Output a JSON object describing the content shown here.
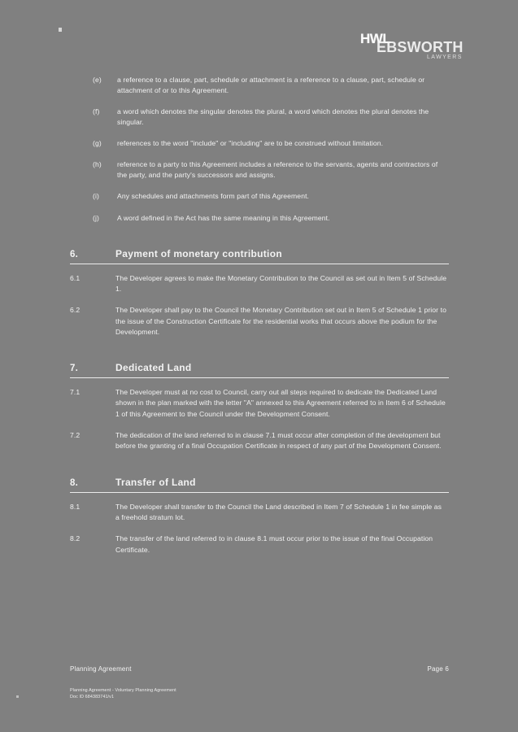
{
  "document": {
    "background_color": "#808080",
    "text_color": "#f2f2f2"
  },
  "letterhead": {
    "mark": "HWL",
    "name": "EBSWORTH",
    "tagline": "LAWYERS"
  },
  "interpretation_items": [
    {
      "marker": "(e)",
      "text": "a reference to a clause, part, schedule or attachment is a reference to a clause, part, schedule or attachment of or to this Agreement."
    },
    {
      "marker": "(f)",
      "text": "a word which denotes the singular denotes the plural, a word which denotes the plural denotes the singular."
    },
    {
      "marker": "(g)",
      "text": "references to the word \"include\" or \"including\" are to be construed without limitation."
    },
    {
      "marker": "(h)",
      "text": "reference to a party to this Agreement includes a reference to the servants, agents and contractors of the party, and the party's successors and assigns."
    },
    {
      "marker": "(i)",
      "text": "Any schedules and attachments form part of this Agreement."
    },
    {
      "marker": "(j)",
      "text": "A word defined in the Act has the same meaning in this Agreement."
    }
  ],
  "sections": [
    {
      "number": "6.",
      "title": "Payment of monetary contribution",
      "clauses": [
        {
          "number": "6.1",
          "text": "The Developer agrees to make the Monetary Contribution to the Council as set out in Item 5 of Schedule 1."
        },
        {
          "number": "6.2",
          "text": "The Developer shall pay to the Council the Monetary Contribution set out in Item 5 of Schedule 1 prior to the issue of the Construction Certificate for the residential works that occurs above the podium for the Development."
        }
      ]
    },
    {
      "number": "7.",
      "title": "Dedicated Land",
      "clauses": [
        {
          "number": "7.1",
          "text": "The Developer must at no cost to Council, carry out all steps required to dedicate the Dedicated Land shown in the plan marked with the letter \"A\" annexed to this Agreement referred to in Item 6 of Schedule 1 of this Agreement to the Council under the Development Consent."
        },
        {
          "number": "7.2",
          "text": "The dedication of the land referred to in clause 7.1 must occur after completion of the development but before the granting of a final Occupation Certificate in respect of any part of the Development Consent."
        }
      ]
    },
    {
      "number": "8.",
      "title": "Transfer of Land",
      "clauses": [
        {
          "number": "8.1",
          "text": "The Developer shall transfer to the Council the Land described in Item 7 of Schedule 1 in fee simple as a freehold stratum lot."
        },
        {
          "number": "8.2",
          "text": "The transfer of the land referred to in clause 8.1 must occur prior to the issue of the final Occupation Certificate."
        }
      ]
    }
  ],
  "footer": {
    "document_title": "Planning Agreement",
    "page_label": "Page 6",
    "reference_line_1": "Planning Agreement - Voluntary Planning Agreement",
    "reference_line_2": "Doc ID 684383741/v1"
  }
}
